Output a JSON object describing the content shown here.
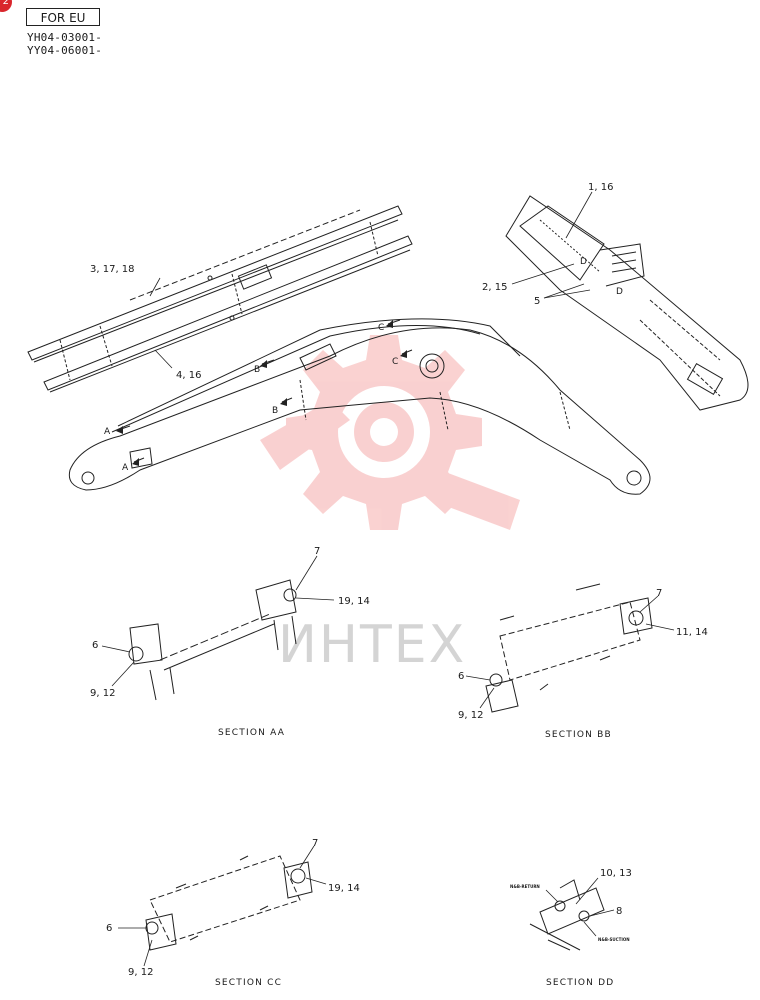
{
  "header": {
    "badge": "2",
    "region_label": "FOR EU",
    "serial_ranges": [
      "YH04-03001-",
      "YY04-06001-"
    ]
  },
  "watermark": {
    "text": "ИНТЕХ",
    "color": "#e8302f"
  },
  "callouts": {
    "arm_top": "3, 17, 18",
    "arm_bottom": "4, 16",
    "detail_top": "1, 16",
    "detail_left": "2, 15",
    "detail_mid": "5",
    "sec_a": "A",
    "sec_b": "B",
    "sec_c": "C",
    "sec_d": "D"
  },
  "sections": {
    "aa": {
      "title": "SECTION AA",
      "labels": [
        "7",
        "19, 14",
        "6",
        "9, 12"
      ]
    },
    "bb": {
      "title": "SECTION BB",
      "labels": [
        "7",
        "11, 14",
        "6",
        "9, 12"
      ]
    },
    "cc": {
      "title": "SECTION CC",
      "labels": [
        "7",
        "19, 14",
        "6",
        "9, 12"
      ]
    },
    "dd": {
      "title": "SECTION DD",
      "labels": [
        "10, 13",
        "8",
        "N&B-RETURN",
        "N&B-SUCTION"
      ]
    }
  }
}
